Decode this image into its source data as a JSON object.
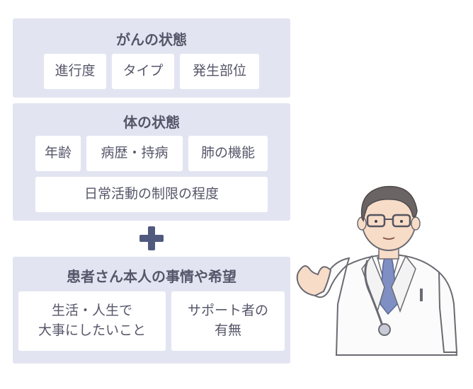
{
  "cancer_state": {
    "title": "がんの状態",
    "items": [
      "進行度",
      "タイプ",
      "発生部位"
    ]
  },
  "body_state": {
    "title": "体の状態",
    "items": [
      "年齢",
      "病歴・持病",
      "肺の機能",
      "日常活動の制限の程度"
    ]
  },
  "patient_circumstances": {
    "title": "患者さん本人の事情や希望",
    "items": [
      "生活・人生で\n大事にしたいこと",
      "サポート者の\n有無"
    ]
  },
  "icons": {
    "plus": "plus-icon",
    "doctor": "doctor-illustration"
  },
  "colors": {
    "panel_bg": "#e2e5f1",
    "text": "#56566a",
    "plus": "#50597e",
    "tie": "#7f8fc4"
  }
}
